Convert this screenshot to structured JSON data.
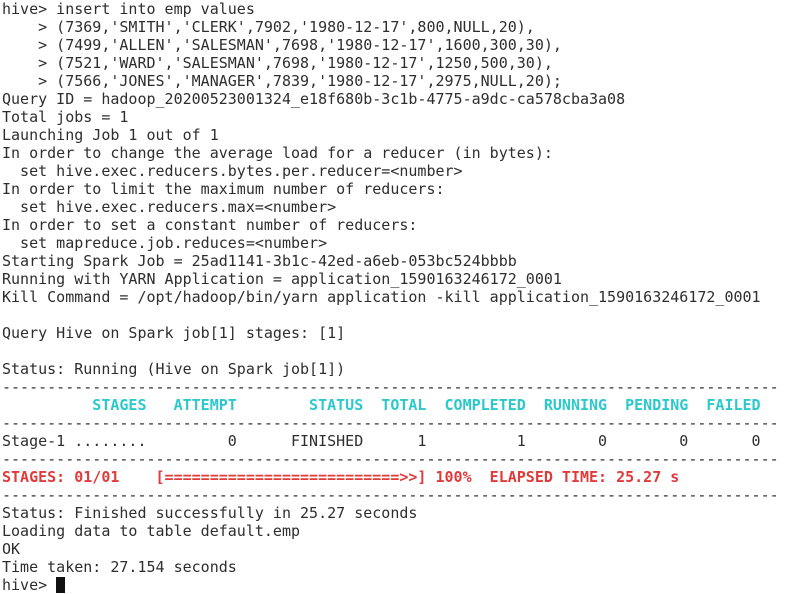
{
  "terminal": {
    "lines": {
      "l1": "hive> insert into emp values",
      "l2": "    > (7369,'SMITH','CLERK',7902,'1980-12-17',800,NULL,20),",
      "l3": "    > (7499,'ALLEN','SALESMAN',7698,'1980-12-17',1600,300,30),",
      "l4": "    > (7521,'WARD','SALESMAN',7698,'1980-12-17',1250,500,30),",
      "l5": "    > (7566,'JONES','MANAGER',7839,'1980-12-17',2975,NULL,20);",
      "l6": "Query ID = hadoop_20200523001324_e18f680b-3c1b-4775-a9dc-ca578cba3a08",
      "l7": "Total jobs = 1",
      "l8": "Launching Job 1 out of 1",
      "l9": "In order to change the average load for a reducer (in bytes):",
      "l10": "  set hive.exec.reducers.bytes.per.reducer=<number>",
      "l11": "In order to limit the maximum number of reducers:",
      "l12": "  set hive.exec.reducers.max=<number>",
      "l13": "In order to set a constant number of reducers:",
      "l14": "  set mapreduce.job.reduces=<number>",
      "l15": "Starting Spark Job = 25ad1141-3b1c-42ed-a6eb-053bc524bbbb",
      "l16": "Running with YARN Application = application_1590163246172_0001",
      "l17": "Kill Command = /opt/hadoop/bin/yarn application -kill application_1590163246172_0001",
      "l18": "",
      "l19": "Query Hive on Spark job[1] stages: [1]",
      "l20": "",
      "l21": "Status: Running (Hive on Spark job[1])",
      "sep": "--------------------------------------------------------------------------------------",
      "header": "          STAGES   ATTEMPT        STATUS  TOTAL  COMPLETED  RUNNING  PENDING  FAILED",
      "stage_row": "Stage-1 ........         0      FINISHED      1          1        0        0       0",
      "progress": "STAGES: 01/01    [==========================>>] 100%  ELAPSED TIME: 25.27 s",
      "l28": "Status: Finished successfully in 25.27 seconds",
      "l29": "Loading data to table default.emp",
      "l30": "OK",
      "l31": "Time taken: 27.154 seconds",
      "prompt": "hive> "
    },
    "colors": {
      "text": "#2e2e2e",
      "header": "#2cc9cc",
      "progress": "#e03a3a",
      "background": "#ffffff"
    }
  }
}
